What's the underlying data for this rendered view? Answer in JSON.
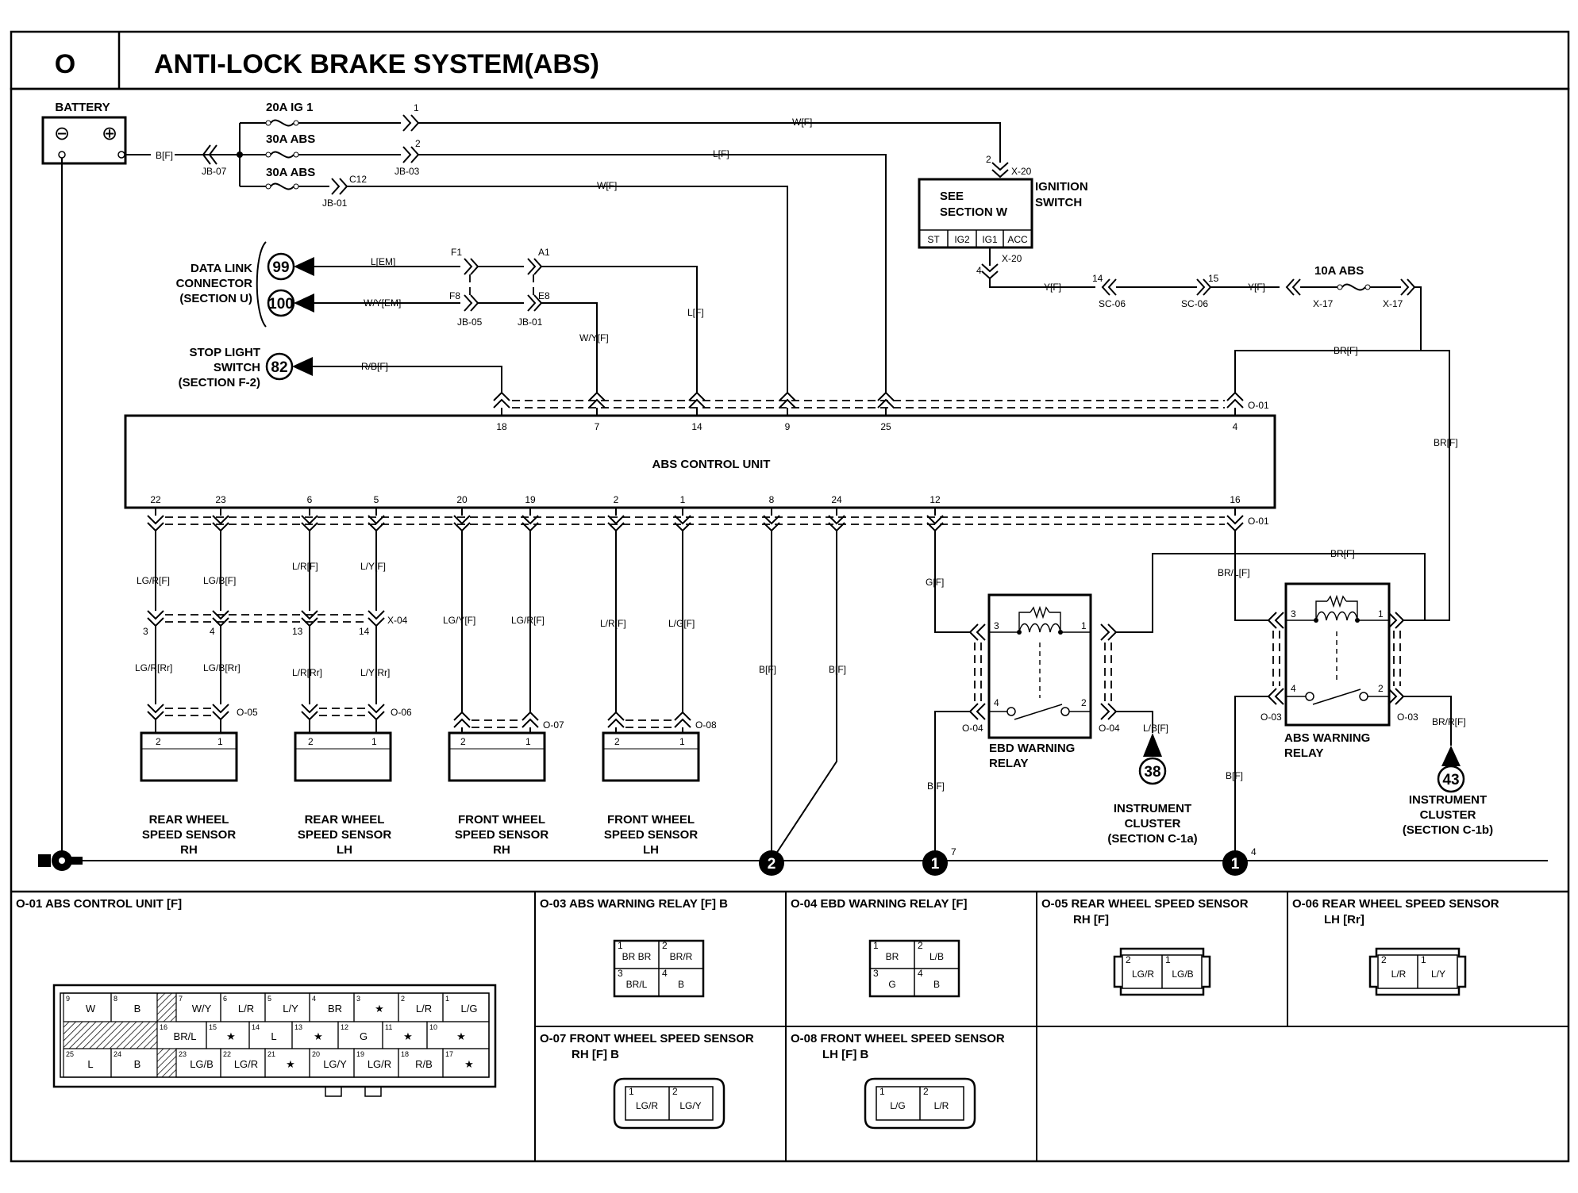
{
  "header": {
    "section": "O",
    "title": "ANTI-LOCK BRAKE SYSTEM(ABS)"
  },
  "battery": {
    "label": "BATTERY",
    "minus": "⊖",
    "plus": "⊕"
  },
  "wires": {
    "b_f": "B[F]",
    "w_f": "W[F]",
    "l_f": "L[F]",
    "l_em": "L[EM]",
    "wy_em": "W/Y[EM]",
    "wy_f": "W/Y[F]",
    "rb_f": "R/B[F]",
    "y_f": "Y[F]",
    "br_f": "BR[F]",
    "g_f": "G[F]",
    "brl_f": "BR/L[F]",
    "lb_f": "L/B[F]",
    "brr_f": "BR/R[F]",
    "lgr_f": "LG/R[F]",
    "lgb_f": "LG/B[F]",
    "lr_f": "L/R[F]",
    "ly_f": "L/Y[F]",
    "lgr_rr": "LG/R[Rr]",
    "lgb_rr": "LG/B[Rr]",
    "lr_rr": "L/R[Rr]",
    "ly_rr": "L/Y[Rr]",
    "lgy_f": "LG/Y[F]",
    "lg_f": "L/G[F]"
  },
  "fuses": {
    "ig1": "20A IG 1",
    "abs1": "30A ABS",
    "abs2": "30A ABS",
    "abs10": "10A ABS"
  },
  "connectors": {
    "jb07": "JB-07",
    "jb03": "JB-03",
    "jb01": "JB-01",
    "jb05": "JB-05",
    "c12": "C12",
    "x20": "X-20",
    "x17": "X-17",
    "sc06": "SC-06",
    "x04": "X-04",
    "o01": "O-01",
    "o03": "O-03",
    "o04": "O-04",
    "o05": "O-05",
    "o06": "O-06",
    "o07": "O-07",
    "o08": "O-08",
    "f1": "F1",
    "f8": "F8",
    "a1": "A1",
    "e8": "E8"
  },
  "ignition": {
    "see": "SEE",
    "section": "SECTION W",
    "label1": "IGNITION",
    "label2": "SWITCH",
    "pins": [
      "ST",
      "IG2",
      "IG1",
      "ACC"
    ]
  },
  "dlc": {
    "line1": "DATA LINK",
    "line2": "CONNECTOR",
    "line3": "(SECTION U)",
    "ref1": "99",
    "ref2": "100"
  },
  "stoplight": {
    "line1": "STOP LIGHT",
    "line2": "SWITCH",
    "line3": "(SECTION F-2)",
    "ref": "82"
  },
  "abs_unit": {
    "label": "ABS CONTROL UNIT",
    "top_pins": [
      "18",
      "7",
      "14",
      "9",
      "25",
      "4"
    ],
    "bottom_pins": [
      "22",
      "23",
      "6",
      "5",
      "20",
      "19",
      "2",
      "1",
      "8",
      "24",
      "12",
      "16"
    ]
  },
  "relays": {
    "ebd1": "EBD WARNING",
    "ebd2": "RELAY",
    "abs1": "ABS WARNING",
    "abs2": "RELAY",
    "pins": [
      "3",
      "1",
      "4",
      "2"
    ]
  },
  "clusters": {
    "ref38": "38",
    "ref43": "43",
    "line1": "INSTRUMENT",
    "line2": "CLUSTER",
    "sec_a": "(SECTION C-1a)",
    "sec_b": "(SECTION C-1b)"
  },
  "sensors": {
    "rr1": "REAR WHEEL",
    "rr2": "SPEED SENSOR",
    "rr3": "RH",
    "rl1": "REAR WHEEL",
    "rl2": "SPEED SENSOR",
    "rl3": "LH",
    "fr1": "FRONT WHEEL",
    "fr2": "SPEED SENSOR",
    "fr3": "RH",
    "fl1": "FRONT WHEEL",
    "fl2": "SPEED SENSOR",
    "fl3": "LH",
    "pin2": "2",
    "pin1": "1"
  },
  "pin_numbers": {
    "p1": "1",
    "p2": "2",
    "p3": "3",
    "p4": "4",
    "p7": "7",
    "p13": "13",
    "p14": "14",
    "p15": "15"
  },
  "grounds": {
    "g2": "2",
    "g1a": "1",
    "g1b": "1",
    "n7": "7",
    "n4": "4"
  },
  "connector_views": {
    "o01": {
      "title": "O-01 ABS CONTROL UNIT [F]"
    },
    "o03": {
      "title": "O-03 ABS WARNING RELAY [F] B",
      "cells": [
        "BR BR",
        "BR/R",
        "BR/L",
        "B"
      ]
    },
    "o04": {
      "title": "O-04 EBD WARNING RELAY [F]",
      "cells": [
        "BR",
        "L/B",
        "G",
        "B"
      ]
    },
    "o05": {
      "title": "O-05 REAR WHEEL SPEED SENSOR",
      "sub": "RH [F]",
      "cells": [
        "LG/R",
        "LG/B"
      ]
    },
    "o06": {
      "title": "O-06 REAR WHEEL SPEED SENSOR",
      "sub": "LH [Rr]",
      "cells": [
        "L/R",
        "L/Y"
      ]
    },
    "o07": {
      "title": "O-07 FRONT WHEEL SPEED SENSOR",
      "sub": "RH [F] B",
      "cells": [
        "LG/R",
        "LG/Y"
      ]
    },
    "o08": {
      "title": "O-08 FRONT WHEEL SPEED SENSOR",
      "sub": "LH [F] B",
      "cells": [
        "L/G",
        "L/R"
      ]
    }
  },
  "o01_grid": {
    "row1": [
      {
        "n": "9",
        "t": "W"
      },
      {
        "n": "8",
        "t": "B"
      },
      {
        "n": "7",
        "t": "W/Y"
      },
      {
        "n": "6",
        "t": "L/R"
      },
      {
        "n": "5",
        "t": "L/Y"
      },
      {
        "n": "4",
        "t": "BR"
      },
      {
        "n": "3",
        "t": "★"
      },
      {
        "n": "2",
        "t": "L/R"
      },
      {
        "n": "1",
        "t": "L/G"
      }
    ],
    "row2": [
      {
        "n": "16",
        "t": "BR/L"
      },
      {
        "n": "15",
        "t": "★"
      },
      {
        "n": "14",
        "t": "L"
      },
      {
        "n": "13",
        "t": "★"
      },
      {
        "n": "12",
        "t": "G"
      },
      {
        "n": "11",
        "t": "★"
      },
      {
        "n": "10",
        "t": "★"
      }
    ],
    "row3": [
      {
        "n": "25",
        "t": "L"
      },
      {
        "n": "24",
        "t": "B"
      },
      {
        "n": "23",
        "t": "LG/B"
      },
      {
        "n": "22",
        "t": "LG/R"
      },
      {
        "n": "21",
        "t": "★"
      },
      {
        "n": "20",
        "t": "LG/Y"
      },
      {
        "n": "19",
        "t": "LG/R"
      },
      {
        "n": "18",
        "t": "R/B"
      },
      {
        "n": "17",
        "t": "★"
      }
    ]
  }
}
